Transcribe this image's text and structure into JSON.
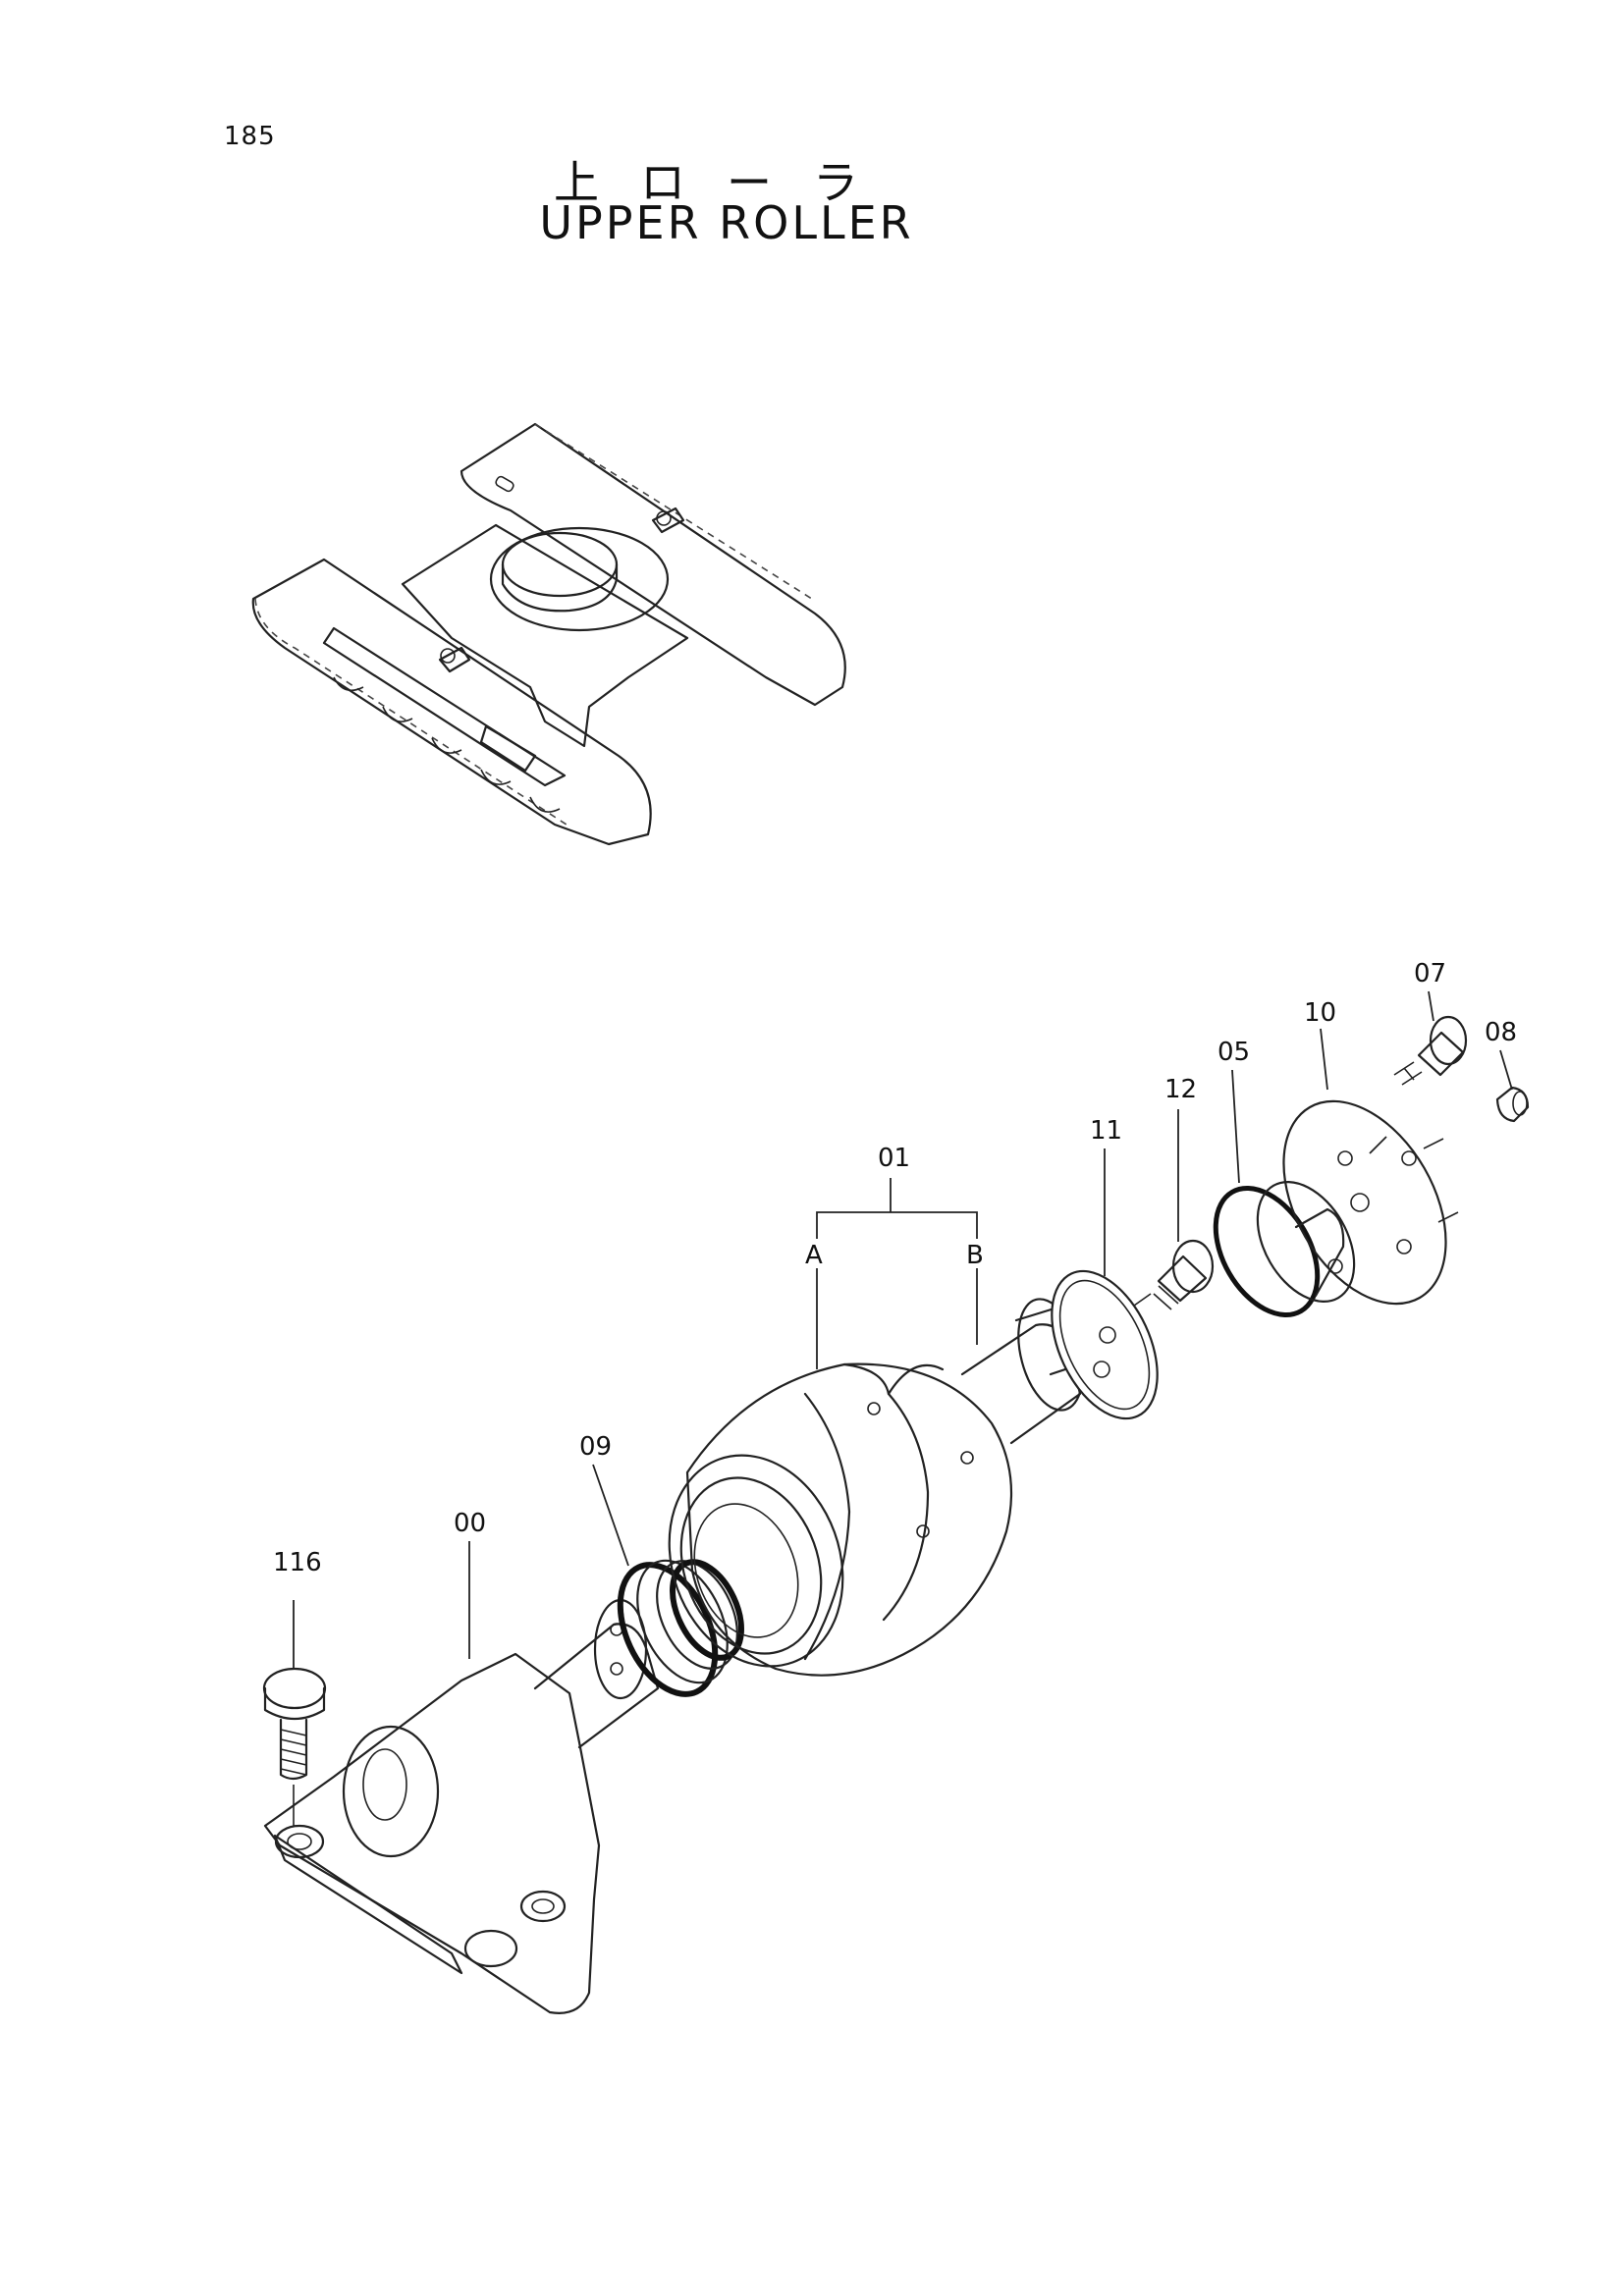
{
  "page": {
    "number": "185"
  },
  "title": {
    "japanese": "上ローラ",
    "english": "UPPER ROLLER"
  },
  "callouts": {
    "c116": "116",
    "c00": "00",
    "c09": "09",
    "c01": "01",
    "cA": "A",
    "cB": "B",
    "c11": "11",
    "c12": "12",
    "c05": "05",
    "c10": "10",
    "c07": "07",
    "c08": "08"
  }
}
